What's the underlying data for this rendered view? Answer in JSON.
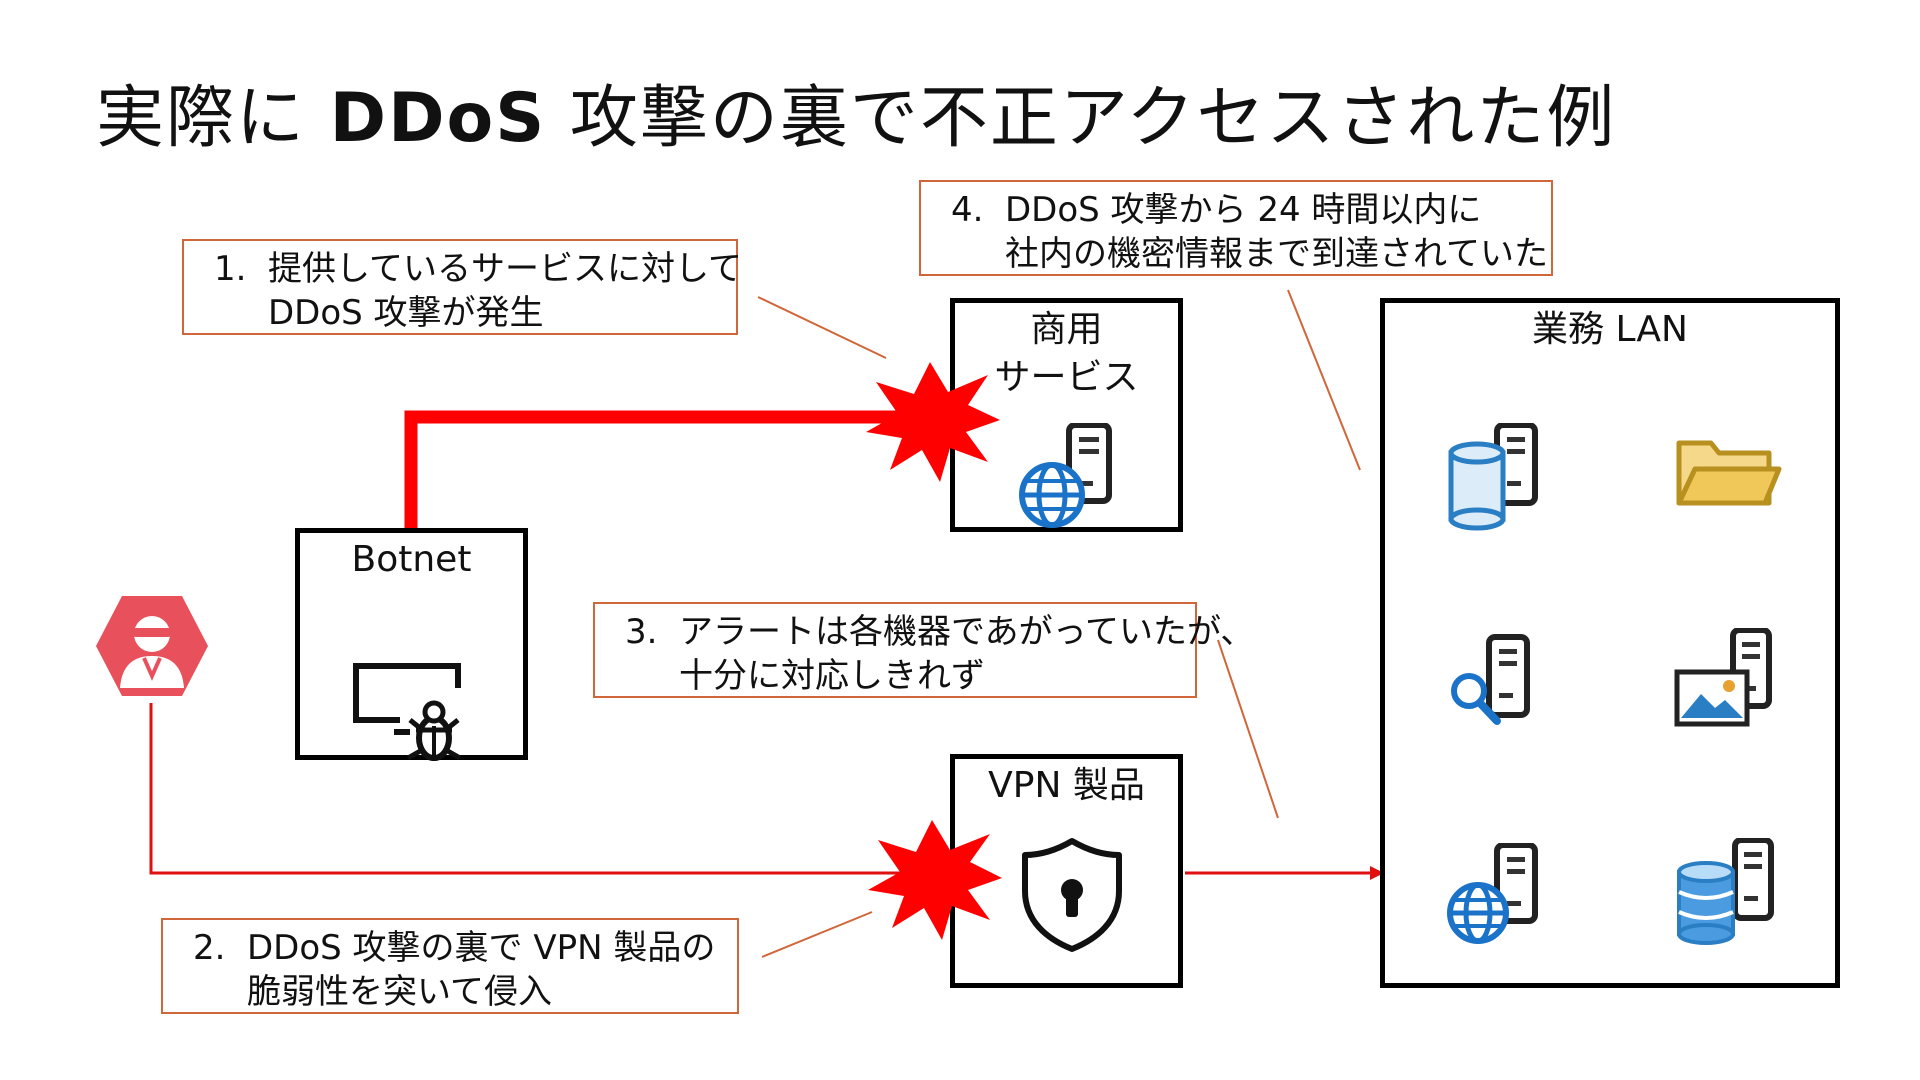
{
  "title": {
    "prefix": "実際に ",
    "bold": "DDoS",
    "suffix": " 攻撃の裏で不正アクセスされた例"
  },
  "callouts": [
    {
      "num": "1.",
      "line1": "提供しているサービスに対して",
      "line2": "DDoS 攻撃が発生"
    },
    {
      "num": "2.",
      "line1": "DDoS 攻撃の裏で VPN 製品の",
      "line2": "脆弱性を突いて侵入"
    },
    {
      "num": "3.",
      "line1": "アラートは各機器であがっていたが、",
      "line2": "十分に対応しきれず"
    },
    {
      "num": "4.",
      "line1": "DDoS 攻撃から 24 時間以内に",
      "line2": "社内の機密情報まで到達されていた"
    }
  ],
  "nodes": {
    "commercial_service": {
      "line1": "商用",
      "line2": "サービス"
    },
    "botnet": "Botnet",
    "vpn": "VPN 製品",
    "business_lan": "業務 LAN"
  },
  "icons": {
    "attacker": "hacker-icon",
    "botnet": "monitor-bug-icon",
    "commercial": "web-server-icon",
    "vpn": "shield-lock-icon",
    "lan": [
      "database-server-icon",
      "folder-icon",
      "search-server-icon",
      "image-server-icon",
      "web-server-icon",
      "database-server-icon"
    ]
  },
  "colors": {
    "attack": "#ff0000",
    "callout_border": "#d0663a",
    "attacker": "#e8505b",
    "icon_blue": "#1a73c8",
    "folder": "#c9a227"
  }
}
